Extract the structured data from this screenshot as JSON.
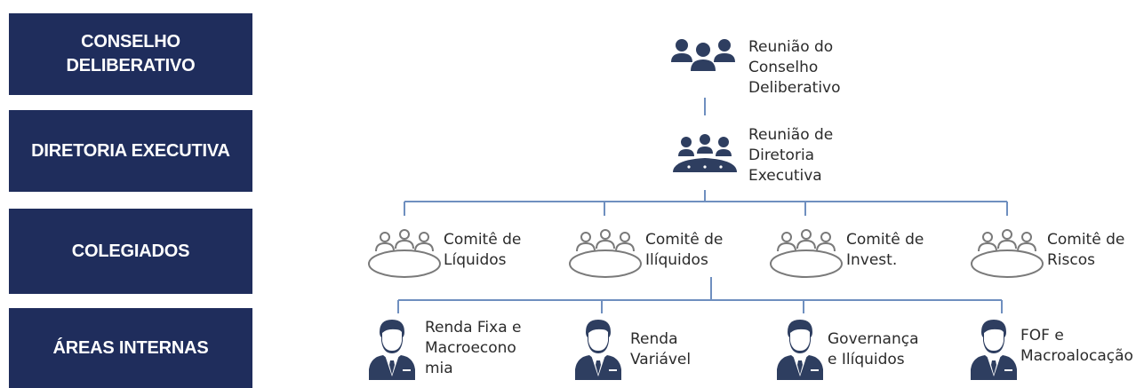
{
  "levels": [
    {
      "label": "CONSELHO\nDELIBERATIVO"
    },
    {
      "label": "DIRETORIA EXECUTIVA"
    },
    {
      "label": "COLEGIADOS"
    },
    {
      "label": "ÁREAS INTERNAS"
    }
  ],
  "top_nodes": [
    {
      "label": "Reunião do\nConselho\nDeliberativo",
      "icon": "people-group-icon"
    },
    {
      "label": "Reunião de\nDiretoria\nExecutiva",
      "icon": "board-meeting-icon"
    }
  ],
  "committees": [
    {
      "label": "Comitê de\nLíquidos",
      "icon": "meeting-table-icon"
    },
    {
      "label": "Comitê de\nIlíquidos",
      "icon": "meeting-table-icon"
    },
    {
      "label": "Comitê de\nInvest.",
      "icon": "meeting-table-icon"
    },
    {
      "label": "Comitê de\nRiscos",
      "icon": "meeting-table-icon"
    }
  ],
  "areas": [
    {
      "label": "Renda Fixa e\nMacroecono\nmia",
      "icon": "businessman-icon"
    },
    {
      "label": "Renda\nVariável",
      "icon": "businessman-icon"
    },
    {
      "label": "Governança\ne Ilíquidos",
      "icon": "businessman-icon"
    },
    {
      "label": "FOF e\nMacroalocação",
      "icon": "businessman-icon"
    }
  ],
  "colors": {
    "level_box": "#1f2d5c",
    "dark_icon": "#2e3e60",
    "connector": "#6f8fbf",
    "outline_icon": "#7a7a7a"
  }
}
